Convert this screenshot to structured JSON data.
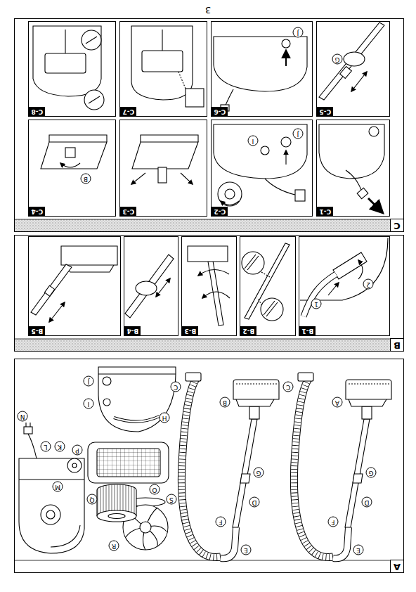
{
  "diagram": {
    "nodes": [
      {
        "text": [
          "A"
        ]
      },
      {
        "text": [
          "B"
        ]
      },
      {
        "text": [
          "B-1"
        ],
        "in": 1
      },
      {
        "text": [
          "B-2"
        ],
        "in": 1
      },
      {
        "text": [
          "B-3"
        ],
        "in": 1
      },
      {
        "text": [
          "B-4"
        ],
        "in": 1
      },
      {
        "text": [
          "B-5"
        ],
        "in": 1
      },
      {
        "text": [
          "C"
        ]
      },
      {
        "text": [
          "C-1"
        ],
        "in": 7
      },
      {
        "text": [
          "C-2"
        ],
        "in": 7
      },
      {
        "text": [
          "C-3"
        ],
        "in": 7
      },
      {
        "text": [
          "C-4"
        ],
        "in": 7
      },
      {
        "text": [
          "C-5"
        ],
        "in": 7
      },
      {
        "text": [
          "C-6"
        ],
        "in": 7
      },
      {
        "text": [
          "C-7"
        ],
        "in": 7
      },
      {
        "text": [
          "C-8"
        ],
        "in": 7
      }
    ],
    "labels": [
      "3",
      "A",
      "C",
      "G",
      "D",
      "F",
      "E",
      "B",
      "C",
      "G",
      "D",
      "F",
      "E",
      "H",
      "I",
      "J",
      "P",
      "Q",
      "R",
      "S",
      "O",
      "K",
      "L",
      "N",
      "M",
      "1",
      "2",
      "J",
      "I",
      "B",
      "G",
      "J"
    ]
  }
}
